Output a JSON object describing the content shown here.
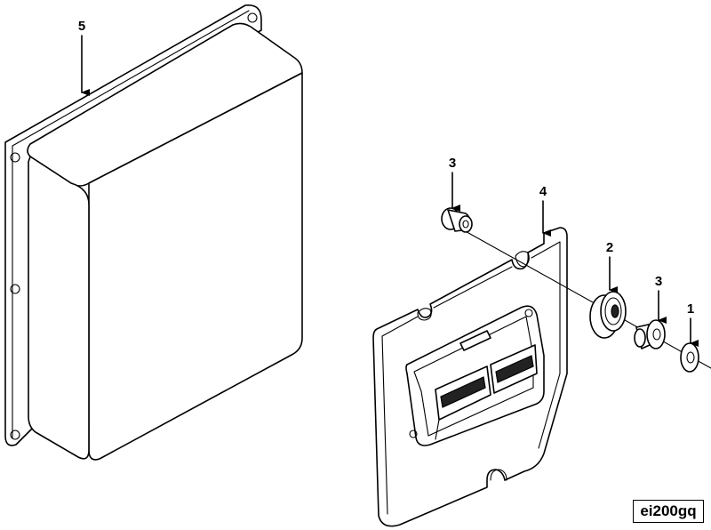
{
  "callouts": {
    "c1": "1",
    "c2": "2",
    "c3a": "3",
    "c3b": "3",
    "c4": "4",
    "c5": "5"
  },
  "figure_code": "ei200gq"
}
